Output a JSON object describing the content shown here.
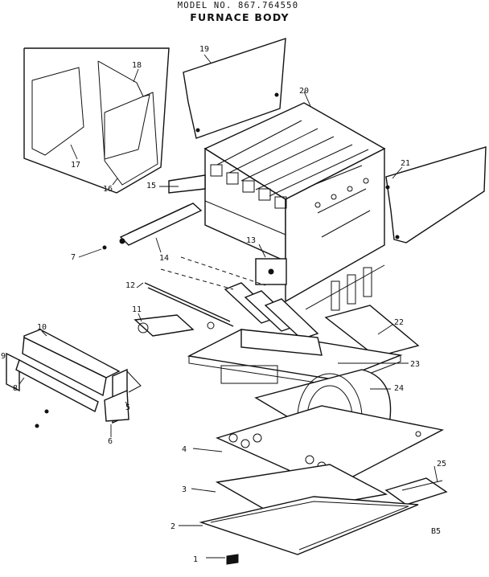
{
  "header": {
    "model_line": "MODEL NO. 867.764550",
    "title": "FURNACE BODY"
  },
  "code": "B5",
  "part_callouts": [
    "1",
    "2",
    "3",
    "4",
    "5",
    "6",
    "7",
    "8",
    "9",
    "10",
    "11",
    "12",
    "13",
    "14",
    "15",
    "16",
    "17",
    "18",
    "19",
    "20",
    "21",
    "22",
    "23",
    "24",
    "25"
  ],
  "colors": {
    "ink": "#111111",
    "paper": "#ffffff"
  }
}
